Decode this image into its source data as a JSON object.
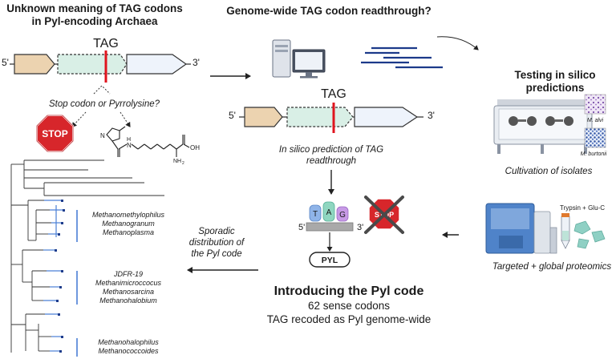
{
  "headings": {
    "unknown_line1": "Unknown meaning of TAG codons",
    "unknown_line2": "in Pyl-encoding Archaea",
    "genome_wide": "Genome-wide TAG codon readthrough?",
    "testing_line1": "Testing in silico",
    "testing_line2": "predictions",
    "introducing": "Introducing the Pyl code"
  },
  "gene_diagram": {
    "five_prime": "5'",
    "three_prime": "3'",
    "tag": "TAG",
    "question": "Stop codon or Pyrrolysine?"
  },
  "stop_sign": "STOP",
  "pyrrolysine_labels": {
    "n_left": "N",
    "nh": "H",
    "n_right": "N",
    "oh": "OH",
    "nh2": "NH",
    "sub2": "2"
  },
  "prediction": {
    "five_prime": "5'",
    "three_prime": "3'",
    "tag": "TAG",
    "caption_line1": "In silico prediction of TAG",
    "caption_line2": "readthrough"
  },
  "isolates": {
    "m_alvi": "M. alvi",
    "m_burtonii": "M. burtonii",
    "caption": "Cultivation of isolates"
  },
  "proteomics": {
    "enzymes": "Trypsin + Glu-C",
    "caption": "Targeted + global proteomics"
  },
  "trna": {
    "t": "T",
    "a": "A",
    "g": "G",
    "five_prime": "5'",
    "three_prime": "3'",
    "pyl": "PYL",
    "stop": "STOP"
  },
  "pyl_code": {
    "line1": "62 sense codons",
    "line2": "TAG recoded as Pyl genome-wide"
  },
  "distribution": {
    "line1": "Sporadic",
    "line2": "distribution of",
    "line3": "the Pyl code"
  },
  "taxa": {
    "group1": [
      "Methanomethylophilus",
      "Methanogranum",
      "Methanoplasma"
    ],
    "group2": [
      "JDFR-19",
      "Methanimicroccocus",
      "Methanosarcina",
      "Methanohalobium"
    ],
    "group3": [
      "Methanohalophilus",
      "Methanococcoides"
    ]
  },
  "colors": {
    "tag_red": "#e0141e",
    "stop_red": "#d7262b",
    "tree_blue": "#4a7fd6",
    "arrow_dark": "#222222",
    "orf_tan": "#ecd3b0",
    "orf_mint": "#d9efe6",
    "orf_blue": "#eef3fb",
    "trna_blue": "#8fb4e8",
    "trna_mint": "#8fd6c0",
    "trna_purple": "#c79ae6",
    "sequence_navy": "#1c3a8a"
  }
}
